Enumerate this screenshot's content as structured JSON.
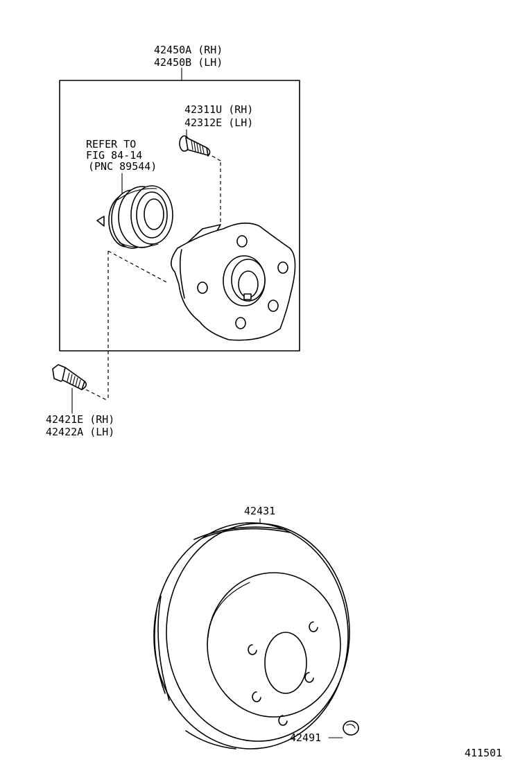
{
  "callouts": {
    "hub_assembly": [
      "42450A (RH)",
      "42450B (LH)"
    ],
    "hub_bolt": [
      "42311U (RH)",
      "42312E (LH)"
    ],
    "bearing_note": [
      "REFER TO",
      "FIG 84-14",
      "(PNC 89544)"
    ],
    "mount_bolt": [
      "42421E (RH)",
      "42422A (LH)"
    ],
    "disc": "42431",
    "plug": "42491"
  },
  "figure_id": "411501"
}
